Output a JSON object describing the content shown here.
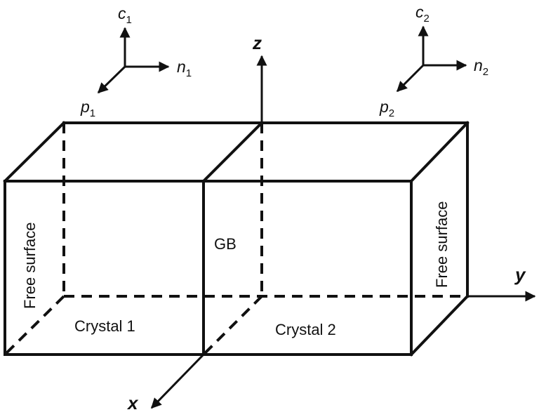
{
  "labels": {
    "crystal1": "Crystal 1",
    "crystal2": "Crystal 2",
    "gb": "GB",
    "free_surface_left": "Free surface",
    "free_surface_right": "Free surface"
  },
  "axes": {
    "x": "x",
    "y": "y",
    "z": "z"
  },
  "frame1": {
    "c": "c",
    "c_sub": "1",
    "n": "n",
    "n_sub": "1",
    "p": "p",
    "p_sub": "1"
  },
  "frame2": {
    "c": "c",
    "c_sub": "2",
    "n": "n",
    "n_sub": "2",
    "p": "p",
    "p_sub": "2"
  }
}
